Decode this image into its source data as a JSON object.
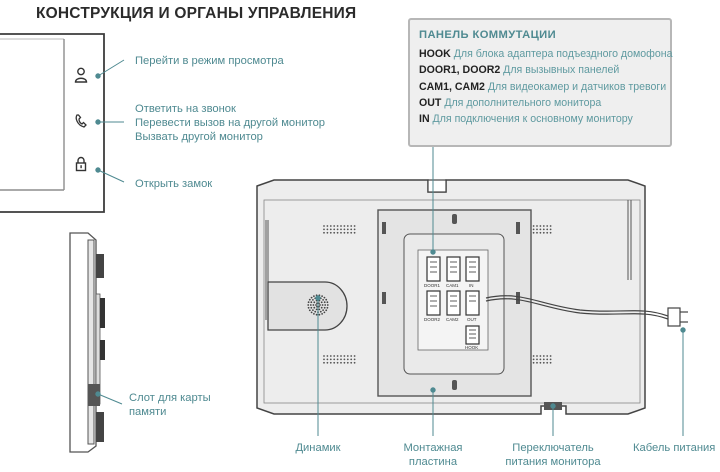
{
  "title": "КОНСТРУКЦИЯ И ОРГАНЫ УПРАВЛЕНИЯ",
  "front_controls": [
    {
      "icon": "person-icon",
      "label": "Перейти в режим просмотра"
    },
    {
      "icon": "handset-icon",
      "lines": [
        "Ответить на звонок",
        "Перевести вызов на другой монитор",
        "Вызвать другой монитор"
      ]
    },
    {
      "icon": "lock-icon",
      "label": "Открыть замок"
    }
  ],
  "side_callout": {
    "lines": [
      "Слот для карты",
      "памяти"
    ]
  },
  "panel": {
    "title": "ПАНЕЛЬ КОММУТАЦИИ",
    "rows": [
      {
        "key": "HOOK",
        "desc": " Для блока адаптера подъездного домофона"
      },
      {
        "key": "DOOR1, DOOR2",
        "desc": " Для вызывных панелей"
      },
      {
        "key": "CAM1, CAM2",
        "desc": " Для видеокамер и датчиков тревоги"
      },
      {
        "key": "OUT",
        "desc": " Для дополнительного монитора"
      },
      {
        "key": "IN",
        "desc": " Для подключения к основному монитору"
      }
    ]
  },
  "connector_labels": [
    "DOOR1",
    "CAM1",
    "IN",
    "DOOR2",
    "CAM2",
    "OUT",
    "HOOK"
  ],
  "bottom_callouts": {
    "speaker": "Динамик",
    "plate": [
      "Монтажная",
      "пластина"
    ],
    "switch": [
      "Переключатель",
      "питания монитора"
    ],
    "cable": "Кабель питания"
  },
  "colors": {
    "accent": "#4f8a91",
    "line": "#555555",
    "panel_bg": "#efefef"
  }
}
